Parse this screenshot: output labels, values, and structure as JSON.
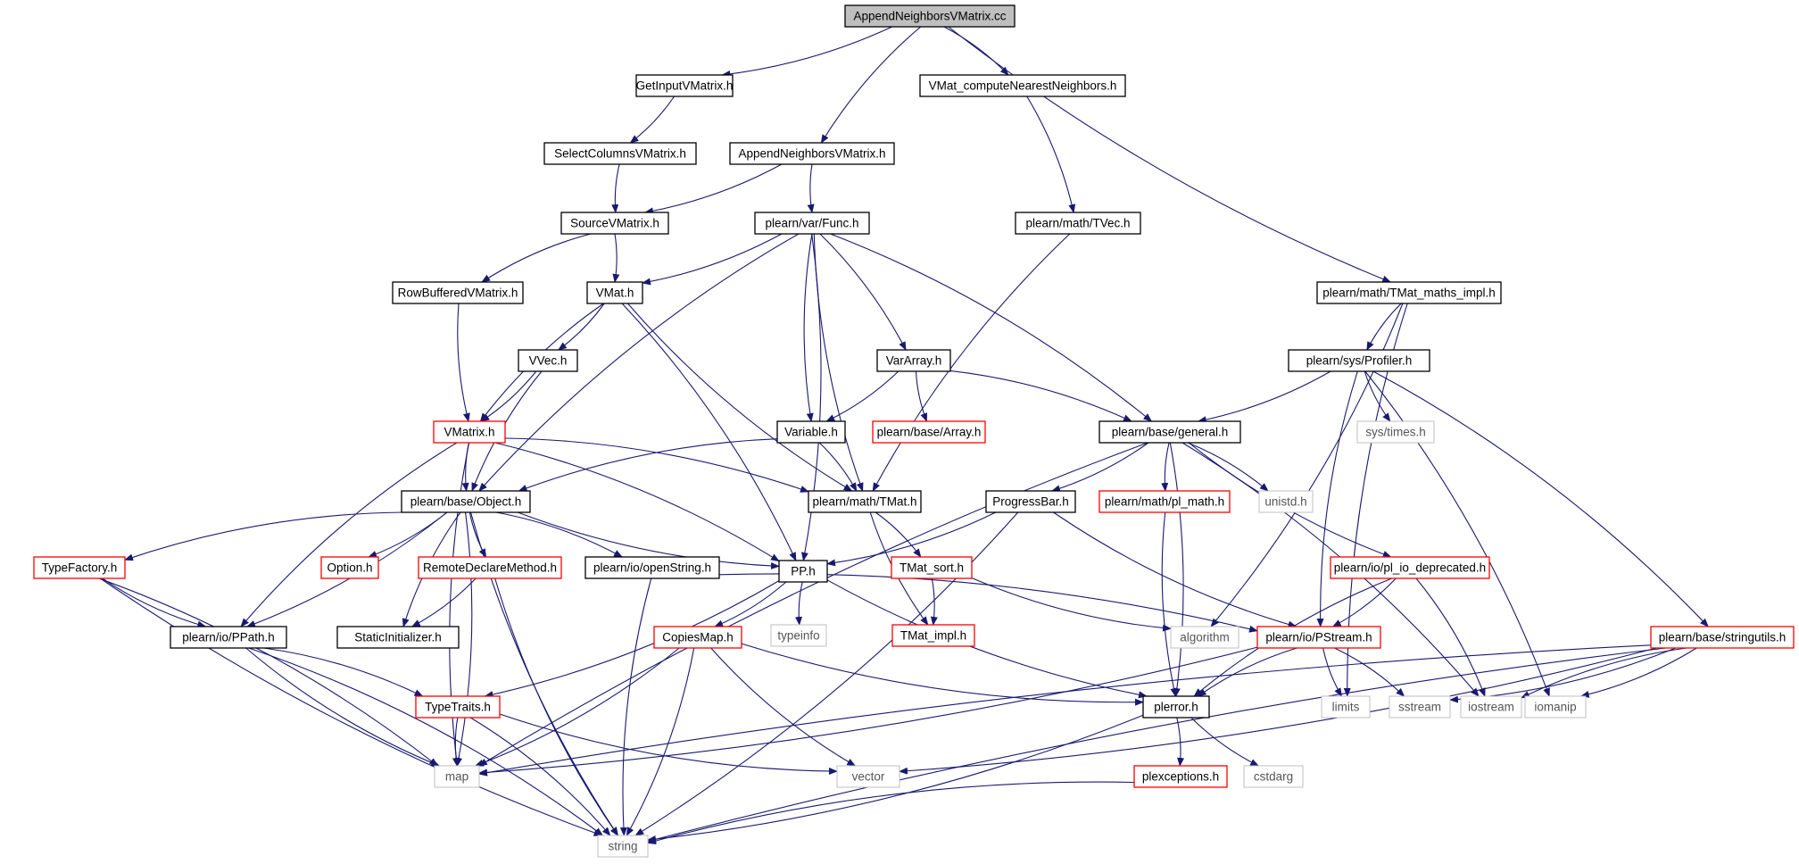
{
  "diagram": {
    "type": "include-dependency-graph",
    "colors": {
      "edge": "#191970",
      "root_fill": "#bfbfbf",
      "normal_border": "#000000",
      "truncated_border": "#ff0000",
      "external_border": "#bfbfbf",
      "external_text": "#555555"
    },
    "nodes": [
      {
        "id": "root",
        "label": "AppendNeighborsVMatrix.cc",
        "style": "root"
      },
      {
        "id": "getinput",
        "label": "GetInputVMatrix.h",
        "style": "normal"
      },
      {
        "id": "vmatcnn",
        "label": "VMat_computeNearestNeighbors.h",
        "style": "normal"
      },
      {
        "id": "selectcols",
        "label": "SelectColumnsVMatrix.h",
        "style": "normal"
      },
      {
        "id": "appendh",
        "label": "AppendNeighborsVMatrix.h",
        "style": "normal"
      },
      {
        "id": "sourcevm",
        "label": "SourceVMatrix.h",
        "style": "normal"
      },
      {
        "id": "func",
        "label": "plearn/var/Func.h",
        "style": "normal"
      },
      {
        "id": "tvec",
        "label": "plearn/math/TVec.h",
        "style": "normal"
      },
      {
        "id": "rowbuf",
        "label": "RowBufferedVMatrix.h",
        "style": "normal"
      },
      {
        "id": "vmat",
        "label": "VMat.h",
        "style": "normal"
      },
      {
        "id": "tmatmaths",
        "label": "plearn/math/TMat_maths_impl.h",
        "style": "normal"
      },
      {
        "id": "vvec",
        "label": "VVec.h",
        "style": "normal"
      },
      {
        "id": "vararray",
        "label": "VarArray.h",
        "style": "normal"
      },
      {
        "id": "profiler",
        "label": "plearn/sys/Profiler.h",
        "style": "normal"
      },
      {
        "id": "vmatrix",
        "label": "VMatrix.h",
        "style": "truncated"
      },
      {
        "id": "variable",
        "label": "Variable.h",
        "style": "normal"
      },
      {
        "id": "array",
        "label": "plearn/base/Array.h",
        "style": "truncated"
      },
      {
        "id": "general",
        "label": "plearn/base/general.h",
        "style": "normal"
      },
      {
        "id": "systimes",
        "label": "sys/times.h",
        "style": "external"
      },
      {
        "id": "object",
        "label": "plearn/base/Object.h",
        "style": "normal"
      },
      {
        "id": "tmat",
        "label": "plearn/math/TMat.h",
        "style": "normal"
      },
      {
        "id": "progress",
        "label": "ProgressBar.h",
        "style": "normal"
      },
      {
        "id": "plmath",
        "label": "plearn/math/pl_math.h",
        "style": "truncated"
      },
      {
        "id": "unistd",
        "label": "unistd.h",
        "style": "external"
      },
      {
        "id": "typefactory",
        "label": "TypeFactory.h",
        "style": "truncated"
      },
      {
        "id": "option",
        "label": "Option.h",
        "style": "truncated"
      },
      {
        "id": "remotedecl",
        "label": "RemoteDeclareMethod.h",
        "style": "truncated"
      },
      {
        "id": "openstring",
        "label": "plearn/io/openString.h",
        "style": "normal"
      },
      {
        "id": "pp",
        "label": "PP.h",
        "style": "normal"
      },
      {
        "id": "tmatsort",
        "label": "TMat_sort.h",
        "style": "truncated"
      },
      {
        "id": "plio",
        "label": "plearn/io/pl_io_deprecated.h",
        "style": "truncated"
      },
      {
        "id": "ppath",
        "label": "plearn/io/PPath.h",
        "style": "normal"
      },
      {
        "id": "staticinit",
        "label": "StaticInitializer.h",
        "style": "normal"
      },
      {
        "id": "copiesmap",
        "label": "CopiesMap.h",
        "style": "truncated"
      },
      {
        "id": "typeinfo",
        "label": "typeinfo",
        "style": "external"
      },
      {
        "id": "tmatimpl",
        "label": "TMat_impl.h",
        "style": "truncated"
      },
      {
        "id": "algorithm",
        "label": "algorithm",
        "style": "external"
      },
      {
        "id": "pstream",
        "label": "plearn/io/PStream.h",
        "style": "truncated"
      },
      {
        "id": "stringutils",
        "label": "plearn/base/stringutils.h",
        "style": "truncated"
      },
      {
        "id": "typetraits",
        "label": "TypeTraits.h",
        "style": "truncated"
      },
      {
        "id": "plerror",
        "label": "plerror.h",
        "style": "normal"
      },
      {
        "id": "limits",
        "label": "limits",
        "style": "external"
      },
      {
        "id": "sstream",
        "label": "sstream",
        "style": "external"
      },
      {
        "id": "iostream",
        "label": "iostream",
        "style": "external"
      },
      {
        "id": "iomanip",
        "label": "iomanip",
        "style": "external"
      },
      {
        "id": "map",
        "label": "map",
        "style": "external"
      },
      {
        "id": "vector",
        "label": "vector",
        "style": "external"
      },
      {
        "id": "plexceptions",
        "label": "plexceptions.h",
        "style": "truncated"
      },
      {
        "id": "cstdarg",
        "label": "cstdarg",
        "style": "external"
      },
      {
        "id": "string",
        "label": "string",
        "style": "external"
      }
    ],
    "edges": [
      [
        "root",
        "getinput"
      ],
      [
        "root",
        "appendh"
      ],
      [
        "root",
        "vmatcnn"
      ],
      [
        "root",
        "tmatmaths"
      ],
      [
        "getinput",
        "selectcols"
      ],
      [
        "selectcols",
        "sourcevm"
      ],
      [
        "appendh",
        "sourcevm"
      ],
      [
        "appendh",
        "func"
      ],
      [
        "vmatcnn",
        "tvec"
      ],
      [
        "sourcevm",
        "rowbuf"
      ],
      [
        "sourcevm",
        "vmat"
      ],
      [
        "rowbuf",
        "vmatrix"
      ],
      [
        "func",
        "vmat"
      ],
      [
        "func",
        "object"
      ],
      [
        "func",
        "pp"
      ],
      [
        "func",
        "variable"
      ],
      [
        "func",
        "vararray"
      ],
      [
        "func",
        "tmat"
      ],
      [
        "func",
        "general"
      ],
      [
        "tvec",
        "tmat"
      ],
      [
        "vmat",
        "vvec"
      ],
      [
        "vmat",
        "vmatrix"
      ],
      [
        "vmat",
        "pp"
      ],
      [
        "vmat",
        "tmat"
      ],
      [
        "vvec",
        "vmatrix"
      ],
      [
        "vvec",
        "object"
      ],
      [
        "vararray",
        "variable"
      ],
      [
        "vararray",
        "array"
      ],
      [
        "vararray",
        "general"
      ],
      [
        "variable",
        "object"
      ],
      [
        "variable",
        "tmat"
      ],
      [
        "tmatmaths",
        "profiler"
      ],
      [
        "tmatmaths",
        "algorithm"
      ],
      [
        "tmatmaths",
        "limits"
      ],
      [
        "profiler",
        "general"
      ],
      [
        "profiler",
        "systimes"
      ],
      [
        "profiler",
        "stringutils"
      ],
      [
        "profiler",
        "pstream"
      ],
      [
        "profiler",
        "iomanip"
      ],
      [
        "vmatrix",
        "object"
      ],
      [
        "vmatrix",
        "tmat"
      ],
      [
        "vmatrix",
        "ppath"
      ],
      [
        "vmatrix",
        "pp"
      ],
      [
        "vmatrix",
        "map"
      ],
      [
        "general",
        "progress"
      ],
      [
        "general",
        "plmath"
      ],
      [
        "general",
        "unistd"
      ],
      [
        "general",
        "plio"
      ],
      [
        "general",
        "plerror"
      ],
      [
        "general",
        "map"
      ],
      [
        "general",
        "iostream"
      ],
      [
        "object",
        "typefactory"
      ],
      [
        "object",
        "option"
      ],
      [
        "object",
        "remotedecl"
      ],
      [
        "object",
        "openstring"
      ],
      [
        "object",
        "pp"
      ],
      [
        "object",
        "ppath"
      ],
      [
        "object",
        "staticinit"
      ],
      [
        "object",
        "map"
      ],
      [
        "object",
        "string"
      ],
      [
        "tmat",
        "tmatsort"
      ],
      [
        "tmat",
        "tmatimpl"
      ],
      [
        "progress",
        "pp"
      ],
      [
        "progress",
        "pstream"
      ],
      [
        "progress",
        "string"
      ],
      [
        "plmath",
        "plerror"
      ],
      [
        "plio",
        "pstream"
      ],
      [
        "plio",
        "plerror"
      ],
      [
        "plio",
        "iostream"
      ],
      [
        "typefactory",
        "ppath"
      ],
      [
        "typefactory",
        "map"
      ],
      [
        "typefactory",
        "string"
      ],
      [
        "remotedecl",
        "staticinit"
      ],
      [
        "remotedecl",
        "string"
      ],
      [
        "openstring",
        "pstream"
      ],
      [
        "openstring",
        "string"
      ],
      [
        "pp",
        "copiesmap"
      ],
      [
        "pp",
        "typeinfo"
      ],
      [
        "pp",
        "typetraits"
      ],
      [
        "pp",
        "plerror"
      ],
      [
        "tmatsort",
        "tmatimpl"
      ],
      [
        "tmatsort",
        "algorithm"
      ],
      [
        "ppath",
        "typetraits"
      ],
      [
        "ppath",
        "map"
      ],
      [
        "ppath",
        "string"
      ],
      [
        "copiesmap",
        "plerror"
      ],
      [
        "copiesmap",
        "map"
      ],
      [
        "copiesmap",
        "vector"
      ],
      [
        "copiesmap",
        "string"
      ],
      [
        "pstream",
        "plerror"
      ],
      [
        "pstream",
        "map"
      ],
      [
        "pstream",
        "limits"
      ],
      [
        "pstream",
        "sstream"
      ],
      [
        "stringutils",
        "map"
      ],
      [
        "stringutils",
        "vector"
      ],
      [
        "stringutils",
        "string"
      ],
      [
        "stringutils",
        "sstream"
      ],
      [
        "stringutils",
        "iostream"
      ],
      [
        "stringutils",
        "iomanip"
      ],
      [
        "typetraits",
        "map"
      ],
      [
        "typetraits",
        "string"
      ],
      [
        "typetraits",
        "vector"
      ],
      [
        "plerror",
        "plexceptions"
      ],
      [
        "plerror",
        "cstdarg"
      ],
      [
        "plerror",
        "string"
      ],
      [
        "plexceptions",
        "string"
      ]
    ]
  }
}
